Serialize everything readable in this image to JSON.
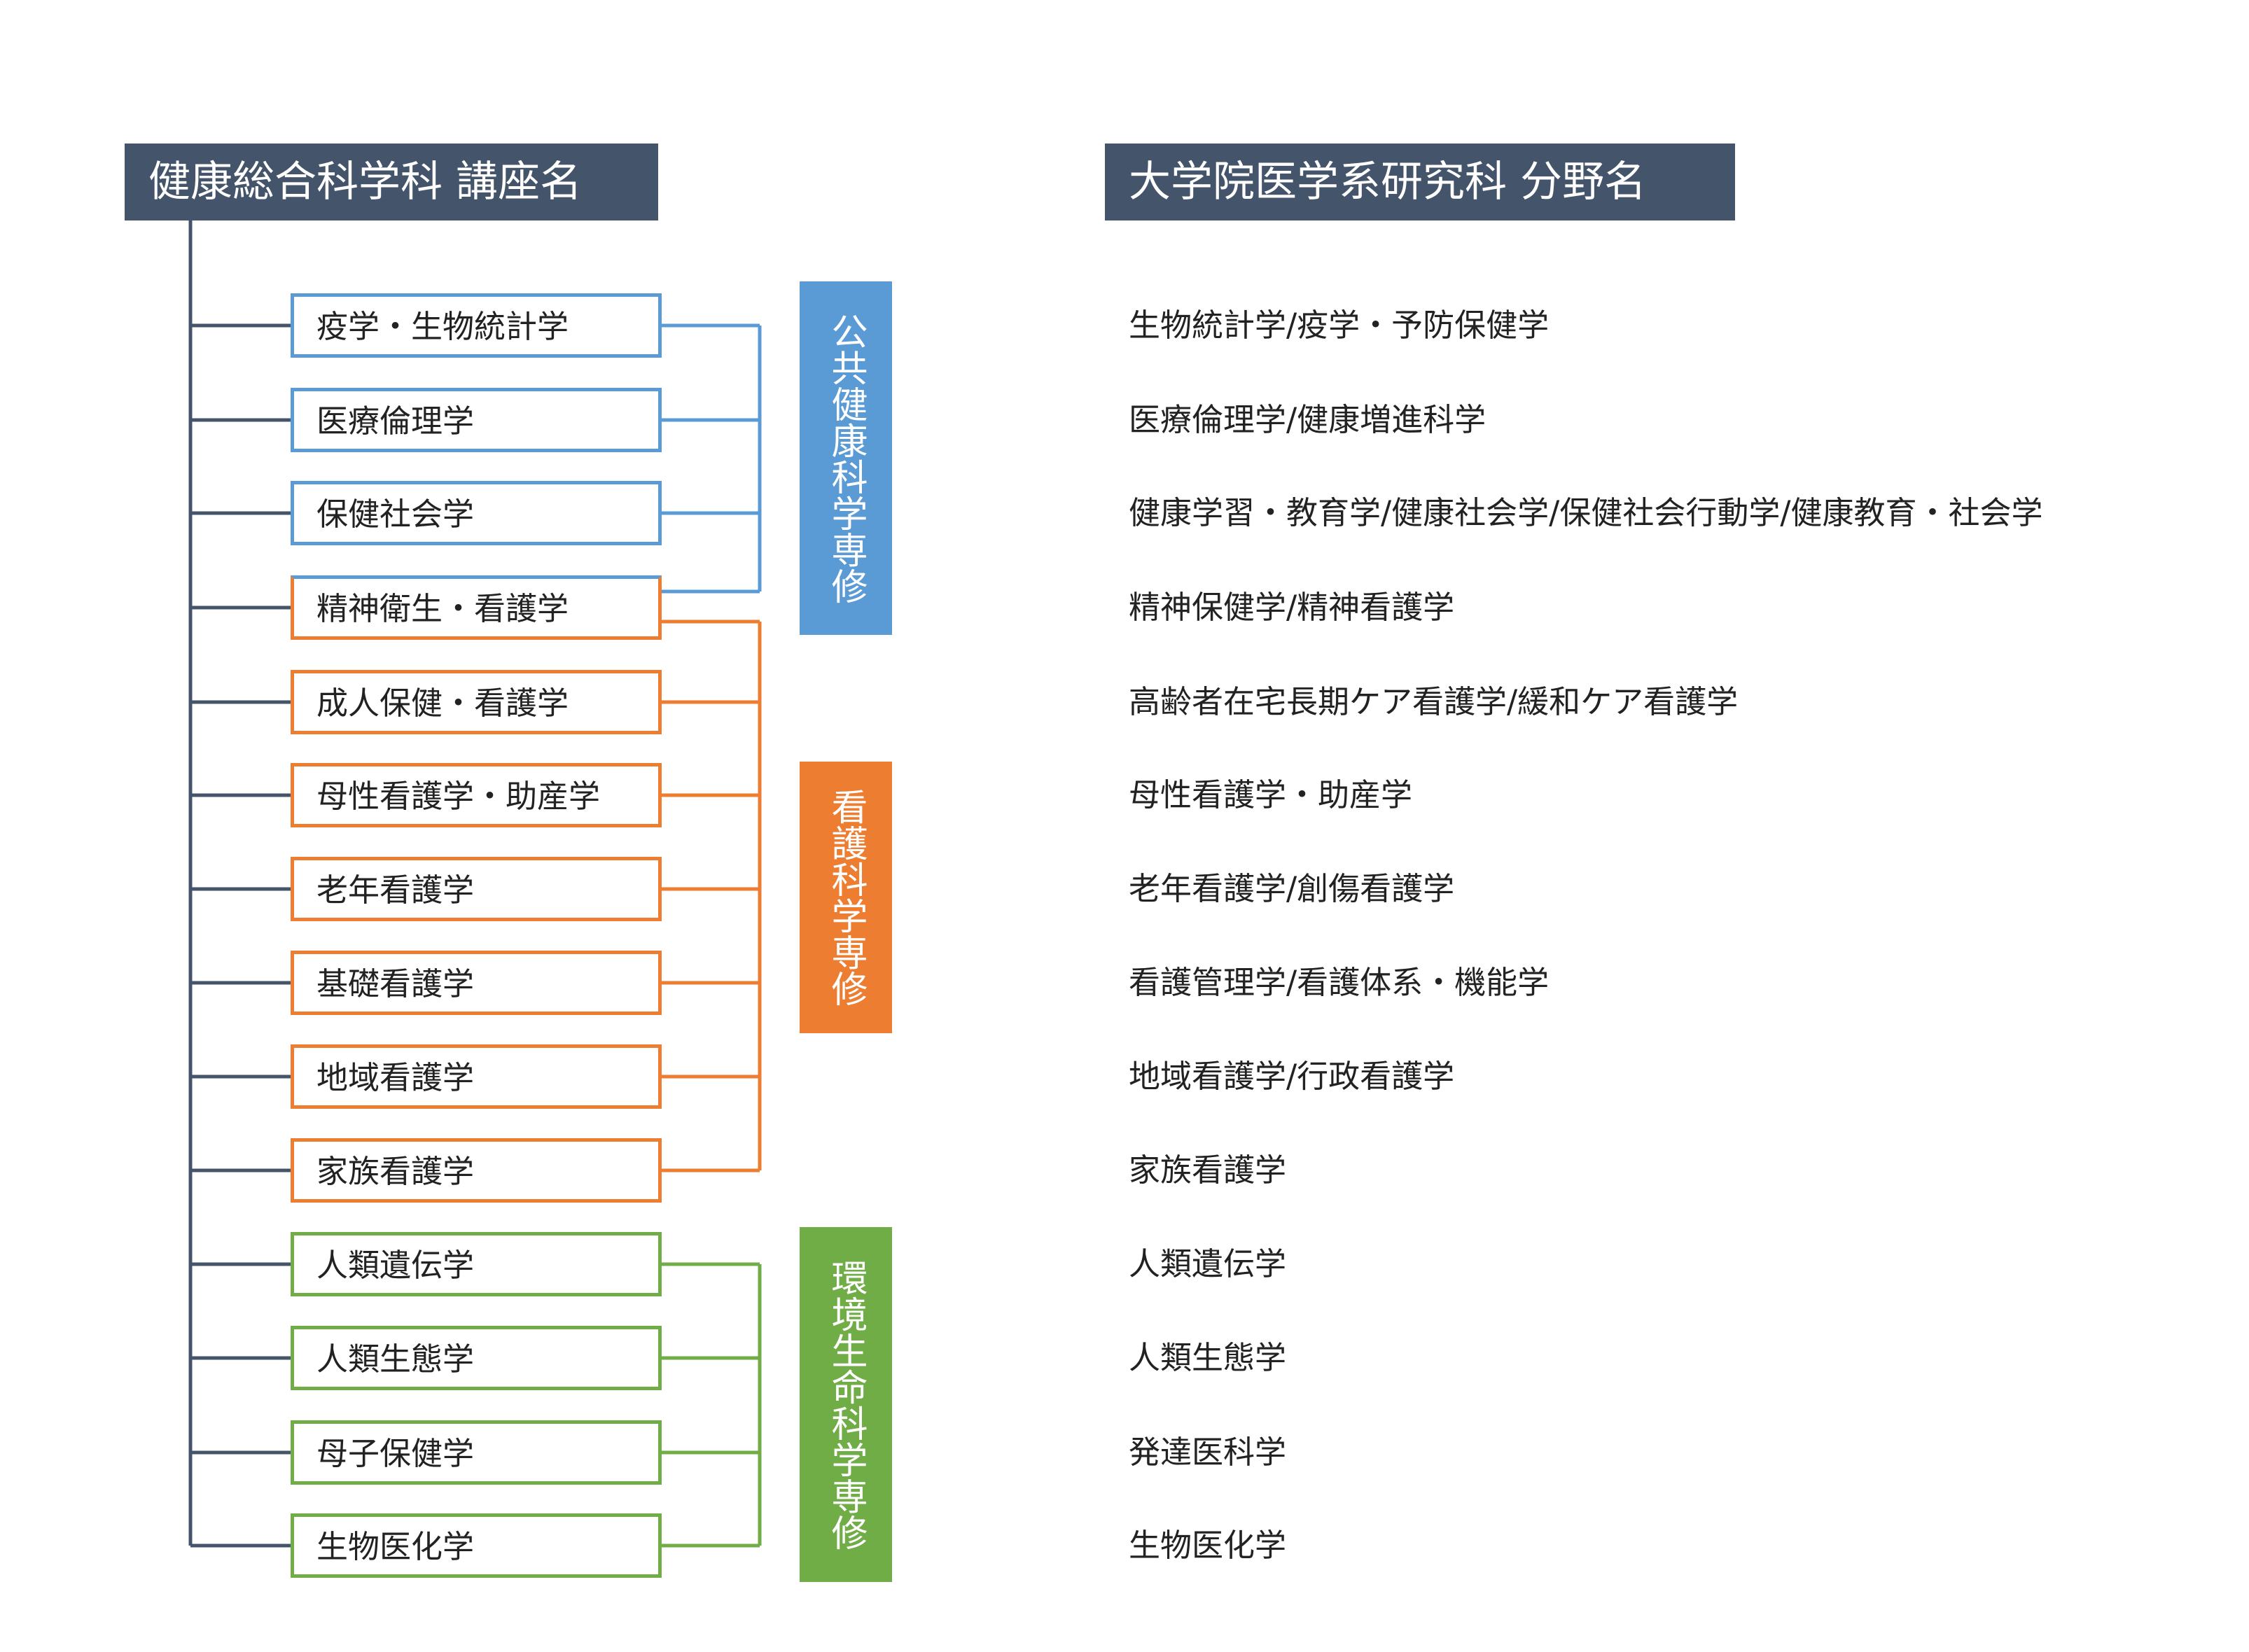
{
  "left_header": "健康総合科学科 講座名",
  "right_header": "大学院医学系研究科 分野名",
  "majors": [
    {
      "label": "公共健康科学専修",
      "color": "#5b9bd5"
    },
    {
      "label": "看護科学専修",
      "color": "#ed7d31"
    },
    {
      "label": "環境生命科学専修",
      "color": "#70ad47"
    }
  ],
  "courses": [
    {
      "name": "疫学・生物統計学",
      "field": "生物統計学/疫学・予防保健学"
    },
    {
      "name": "医療倫理学",
      "field": "医療倫理学/健康増進科学"
    },
    {
      "name": "保健社会学",
      "field": "健康学習・教育学/健康社会学/保健社会行動学/健康教育・社会学"
    },
    {
      "name": "精神衛生・看護学",
      "field": "精神保健学/精神看護学"
    },
    {
      "name": "成人保健・看護学",
      "field": "高齢者在宅長期ケア看護学/緩和ケア看護学"
    },
    {
      "name": "母性看護学・助産学",
      "field": "母性看護学・助産学"
    },
    {
      "name": "老年看護学",
      "field": "老年看護学/創傷看護学"
    },
    {
      "name": "基礎看護学",
      "field": "看護管理学/看護体系・機能学"
    },
    {
      "name": "地域看護学",
      "field": "地域看護学/行政看護学"
    },
    {
      "name": "家族看護学",
      "field": "家族看護学"
    },
    {
      "name": "人類遺伝学",
      "field": "人類遺伝学"
    },
    {
      "name": "人類生態学",
      "field": "人類生態学"
    },
    {
      "name": "母子保健学",
      "field": "発達医科学"
    },
    {
      "name": "生物医化学",
      "field": "生物医化学"
    }
  ]
}
